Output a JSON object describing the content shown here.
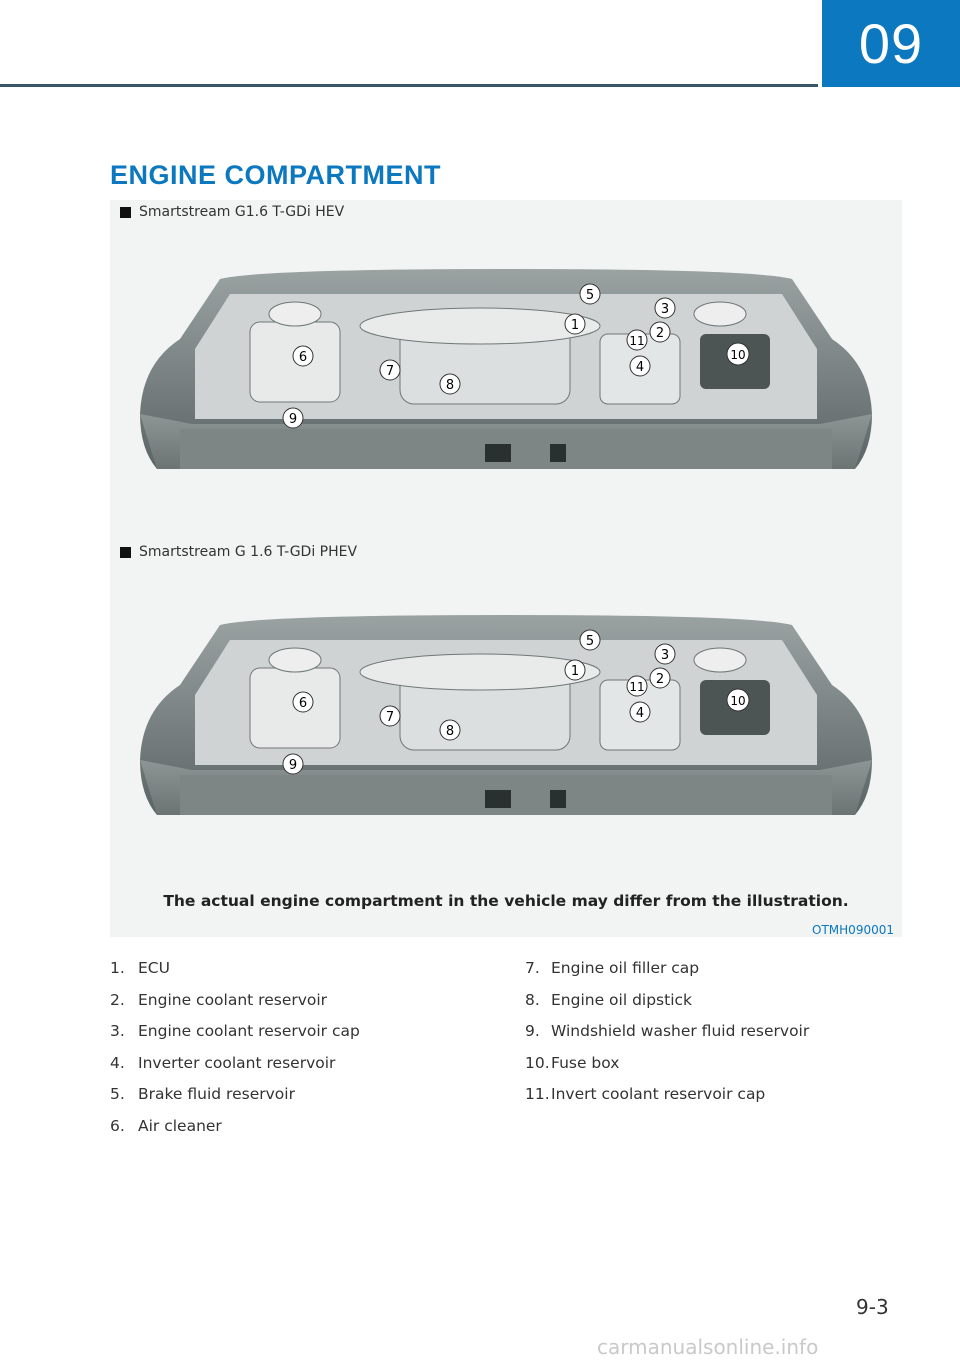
{
  "chapter": "09",
  "section_title": "ENGINE COMPARTMENT",
  "variants": [
    {
      "label": "Smartstream G1.6 T-GDi HEV"
    },
    {
      "label": "Smartstream G 1.6 T-GDi PHEV"
    }
  ],
  "callouts": [
    "1",
    "2",
    "3",
    "4",
    "5",
    "6",
    "7",
    "8",
    "9",
    "10",
    "11"
  ],
  "caption": "The actual engine compartment in the vehicle may differ from the illustration.",
  "figure_code": "OTMH090001",
  "legend_left": [
    {
      "num": "1.",
      "text": "ECU"
    },
    {
      "num": "2.",
      "text": "Engine coolant reservoir"
    },
    {
      "num": "3.",
      "text": "Engine coolant reservoir cap"
    },
    {
      "num": "4.",
      "text": "Inverter coolant reservoir"
    },
    {
      "num": "5.",
      "text": "Brake fluid reservoir"
    },
    {
      "num": "6.",
      "text": "Air cleaner"
    }
  ],
  "legend_right": [
    {
      "num": "7.",
      "text": "Engine oil filler cap"
    },
    {
      "num": "8.",
      "text": "Engine oil dipstick"
    },
    {
      "num": "9.",
      "text": "Windshield washer fluid reservoir"
    },
    {
      "num": "10.",
      "text": "Fuse box"
    },
    {
      "num": "11.",
      "text": "Invert coolant reservoir cap"
    }
  ],
  "page_number": "9-3",
  "watermark": "carmanualsonline.info",
  "colors": {
    "accent": "#0b78c0",
    "rule": "#3a5566"
  }
}
